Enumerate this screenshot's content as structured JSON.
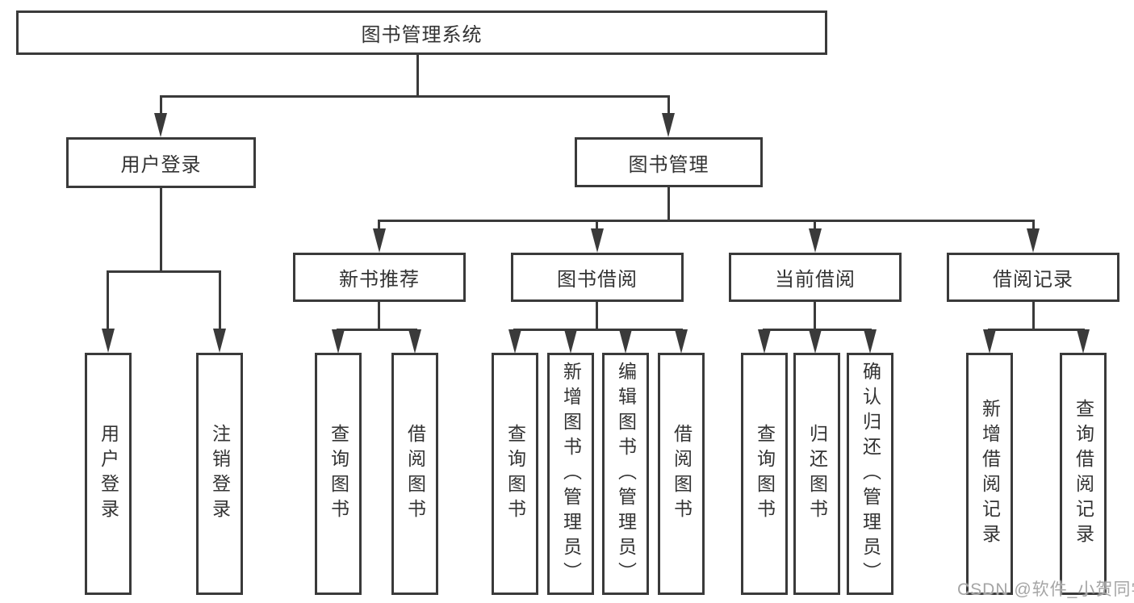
{
  "root": {
    "label": "图书管理系统"
  },
  "branches": {
    "user_login": {
      "label": "用户登录"
    },
    "book_management": {
      "label": "图书管理"
    }
  },
  "sections": {
    "new_book": {
      "label": "新书推荐"
    },
    "book_borrow": {
      "label": "图书借阅"
    },
    "current_borrow": {
      "label": "当前借阅"
    },
    "borrow_records": {
      "label": "借阅记录"
    }
  },
  "leaves": [
    {
      "label": "用户登录"
    },
    {
      "label": "注销登录"
    },
    {
      "label": "查询图书"
    },
    {
      "label": "借阅图书"
    },
    {
      "label": "查询图书"
    },
    {
      "label": "新增图书（管理员）"
    },
    {
      "label": "编辑图书（管理员）"
    },
    {
      "label": "借阅图书"
    },
    {
      "label": "查询图书"
    },
    {
      "label": "归还图书"
    },
    {
      "label": "确认归还（管理员）"
    },
    {
      "label": "新增借阅记录"
    },
    {
      "label": "查询借阅记录"
    }
  ],
  "watermark": {
    "text": "CSDN @软件_小贺同学"
  },
  "colors": {
    "line": "#3a3a3a",
    "text": "#333333",
    "background": "#ffffff",
    "watermark": "#a5a5a5"
  }
}
